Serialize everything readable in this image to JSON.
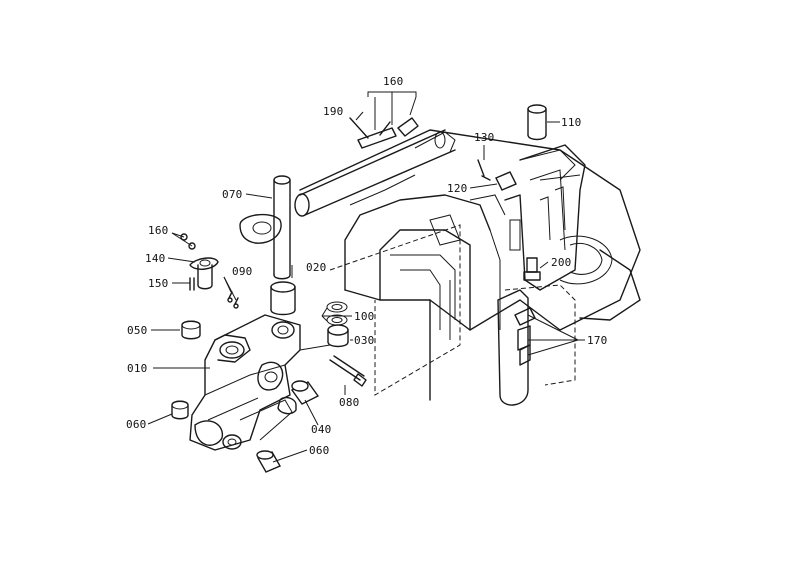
{
  "parts": {
    "p010": "010",
    "p020": "020",
    "p030": "030",
    "p040": "040",
    "p050": "050",
    "p060a": "060",
    "p060b": "060",
    "p070": "070",
    "p080": "080",
    "p090": "090",
    "p100": "100",
    "p110": "110",
    "p120": "120",
    "p130": "130",
    "p140": "140",
    "p150": "150",
    "p160a": "160",
    "p160b": "160",
    "p170": "170",
    "p190": "190",
    "p200": "200"
  }
}
